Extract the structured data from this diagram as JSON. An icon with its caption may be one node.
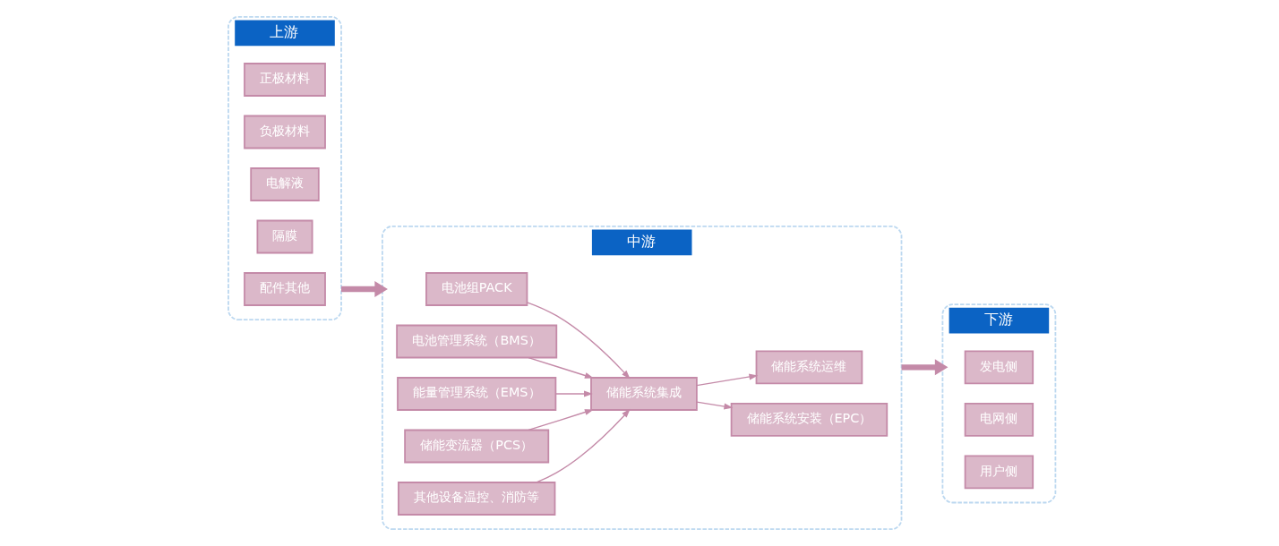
{
  "diagram": {
    "nodes": [
      {
        "text": [
          "上游"
        ]
      },
      {
        "text": [
          "正极材料"
        ],
        "in": 0
      },
      {
        "text": [
          "负极材料"
        ],
        "in": 0
      },
      {
        "text": [
          "电解液"
        ],
        "in": 0
      },
      {
        "text": [
          "隔膜"
        ],
        "in": 0
      },
      {
        "text": [
          "配件其他"
        ],
        "in": 0
      },
      {
        "text": [
          "中游"
        ]
      },
      {
        "text": [
          "电池组PACK"
        ],
        "in": 6
      },
      {
        "text": [
          "电池管理系统（BMS）"
        ],
        "in": 6
      },
      {
        "text": [
          "能量管理系统（EMS）"
        ],
        "in": 6
      },
      {
        "text": [
          "储能变流器（PCS）"
        ],
        "in": 6
      },
      {
        "text": [
          "其他设备温控、消防等"
        ],
        "in": 6
      },
      {
        "text": [
          "储能系统集成"
        ],
        "in": 6
      },
      {
        "text": [
          "储能系统安装（EPC）"
        ],
        "in": 6
      },
      {
        "text": [
          "储能系统运维"
        ],
        "in": 6
      },
      {
        "text": [
          "下游"
        ]
      },
      {
        "text": [
          "发电侧"
        ],
        "in": 15
      },
      {
        "text": [
          "电网侧"
        ],
        "in": 15
      },
      {
        "text": [
          "用户侧"
        ],
        "in": 15
      }
    ],
    "edges": [
      {
        "from": 0,
        "to": 6,
        "arrow": "to",
        "style": "thick"
      },
      {
        "from": 7,
        "to": 12,
        "arrow": "to"
      },
      {
        "from": 8,
        "to": 12,
        "arrow": "to"
      },
      {
        "from": 9,
        "to": 12,
        "arrow": "to"
      },
      {
        "from": 10,
        "to": 12,
        "arrow": "to"
      },
      {
        "from": 11,
        "to": 12,
        "arrow": "to"
      },
      {
        "from": 12,
        "to": 13,
        "arrow": "to"
      },
      {
        "from": 12,
        "to": 14,
        "arrow": "to"
      },
      {
        "from": 6,
        "to": 15,
        "arrow": "to",
        "style": "thick"
      }
    ]
  }
}
